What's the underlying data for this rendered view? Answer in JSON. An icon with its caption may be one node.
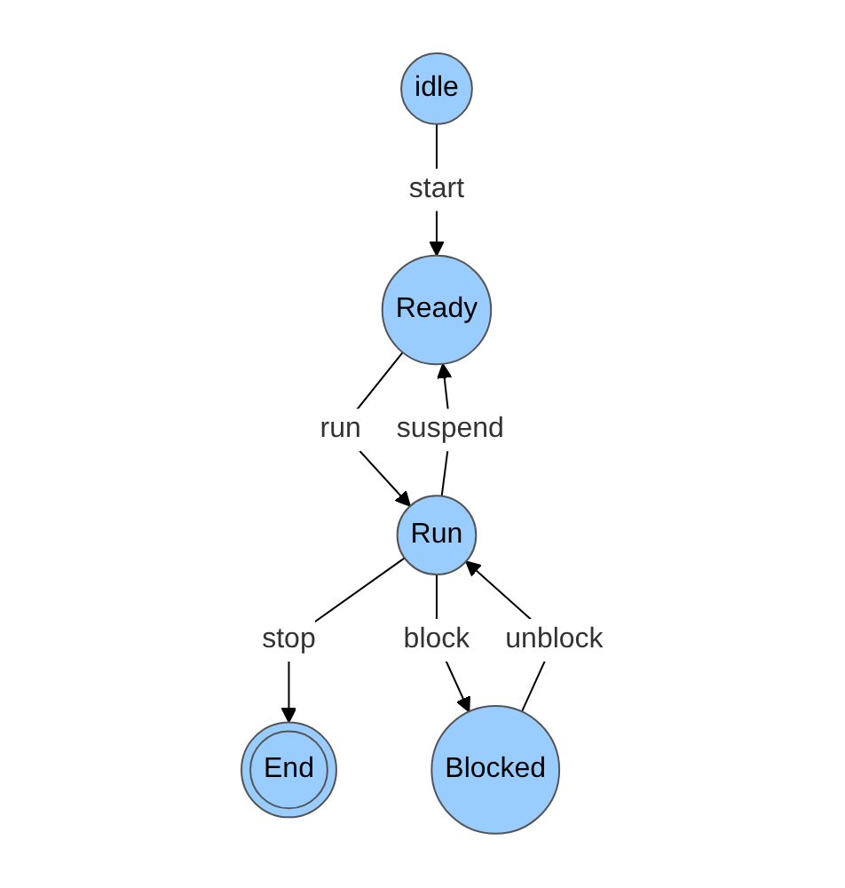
{
  "diagram": {
    "nodes": [
      {
        "text": [
          "idle"
        ]
      },
      {
        "text": [
          "Ready"
        ]
      },
      {
        "text": [
          "Run"
        ]
      },
      {
        "text": [
          "Blocked"
        ]
      },
      {
        "text": [
          "End"
        ]
      }
    ],
    "edges": [
      {
        "from": 0,
        "to": 1,
        "arrow": "to",
        "label": "start"
      },
      {
        "from": 1,
        "to": 2,
        "arrow": "to",
        "label": "run"
      },
      {
        "from": 2,
        "to": 1,
        "arrow": "to",
        "label": "suspend"
      },
      {
        "from": 2,
        "to": 4,
        "arrow": "to",
        "label": "stop"
      },
      {
        "from": 2,
        "to": 3,
        "arrow": "to",
        "label": "block"
      },
      {
        "from": 3,
        "to": 2,
        "arrow": "to",
        "label": "unblock"
      }
    ]
  }
}
